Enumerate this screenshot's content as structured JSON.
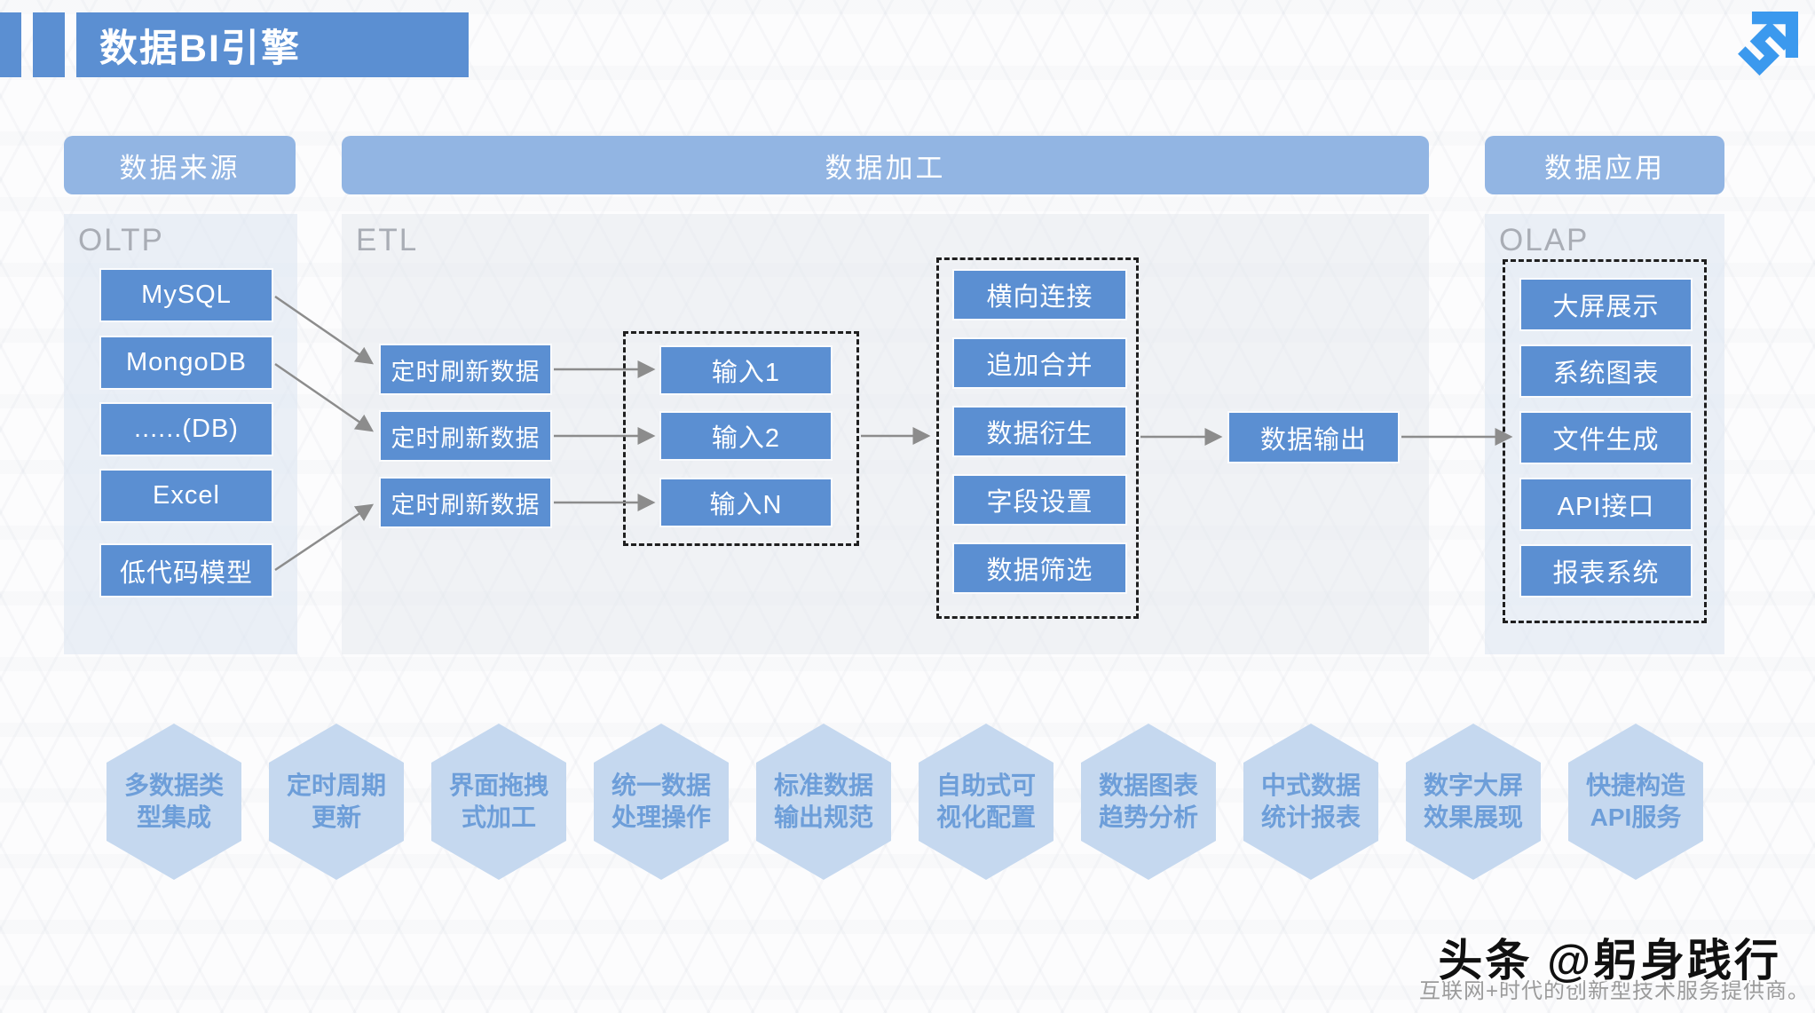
{
  "title": "数据BI引擎",
  "colors": {
    "node_blue": "#5b8fd2",
    "header_blue": "#92b5e3",
    "hex_fill": "#c5d8ef",
    "hex_text": "#6d9ed9",
    "group_label_gray": "#a9adb5",
    "arrow_gray": "#8c8c8c",
    "logo_blue": "#3b99ee"
  },
  "headers": {
    "source": "数据来源",
    "processing": "数据加工",
    "application": "数据应用"
  },
  "groups": {
    "source_label": "OLTP",
    "processing_label": "ETL",
    "application_label": "OLAP"
  },
  "source": {
    "items": [
      "MySQL",
      "MongoDB",
      "......(DB)",
      "Excel",
      "低代码模型"
    ]
  },
  "processing": {
    "refresh": [
      "定时刷新数据",
      "定时刷新数据",
      "定时刷新数据"
    ],
    "inputs": [
      "输入1",
      "输入2",
      "输入N"
    ],
    "operations": [
      "横向连接",
      "追加合并",
      "数据衍生",
      "字段设置",
      "数据筛选"
    ],
    "output": "数据输出"
  },
  "application": {
    "items": [
      "大屏展示",
      "系统图表",
      "文件生成",
      "API接口",
      "报表系统"
    ]
  },
  "features": [
    {
      "label": "多数据类\n型集成"
    },
    {
      "label": "定时周期\n更新"
    },
    {
      "label": "界面拖拽\n式加工"
    },
    {
      "label": "统一数据\n处理操作"
    },
    {
      "label": "标准数据\n输出规范"
    },
    {
      "label": "自助式可\n视化配置"
    },
    {
      "label": "数据图表\n趋势分析"
    },
    {
      "label": "中式数据\n统计报表"
    },
    {
      "label": "数字大屏\n效果展现"
    },
    {
      "label": "快捷构造\nAPI服务"
    }
  ],
  "watermark": {
    "main": "头条 @躬身践行",
    "sub": "互联网+时代的创新型技术服务提供商。"
  }
}
